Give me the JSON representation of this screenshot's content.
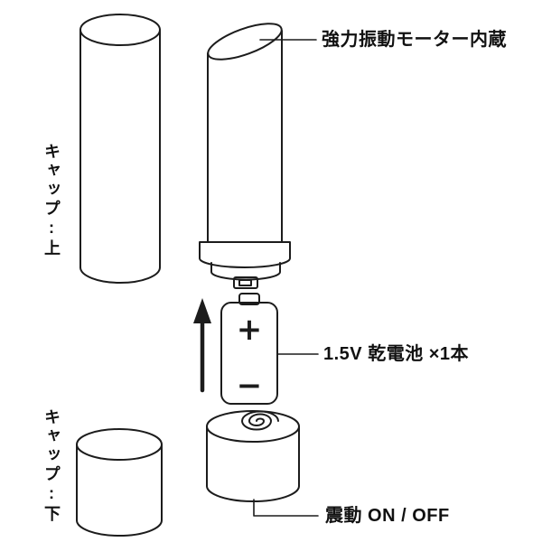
{
  "diagram": {
    "annotations": {
      "motor": "強力振動モーター内蔵",
      "battery": "1.5V 乾電池 ×1本",
      "switch": "震動 ON / OFF",
      "cap_top": "キャップ:上",
      "cap_bottom": "キャップ:下"
    },
    "battery_symbols": {
      "plus": "+",
      "minus": "−"
    },
    "colors": {
      "line": "#1c1c1c",
      "background": "#ffffff"
    }
  }
}
